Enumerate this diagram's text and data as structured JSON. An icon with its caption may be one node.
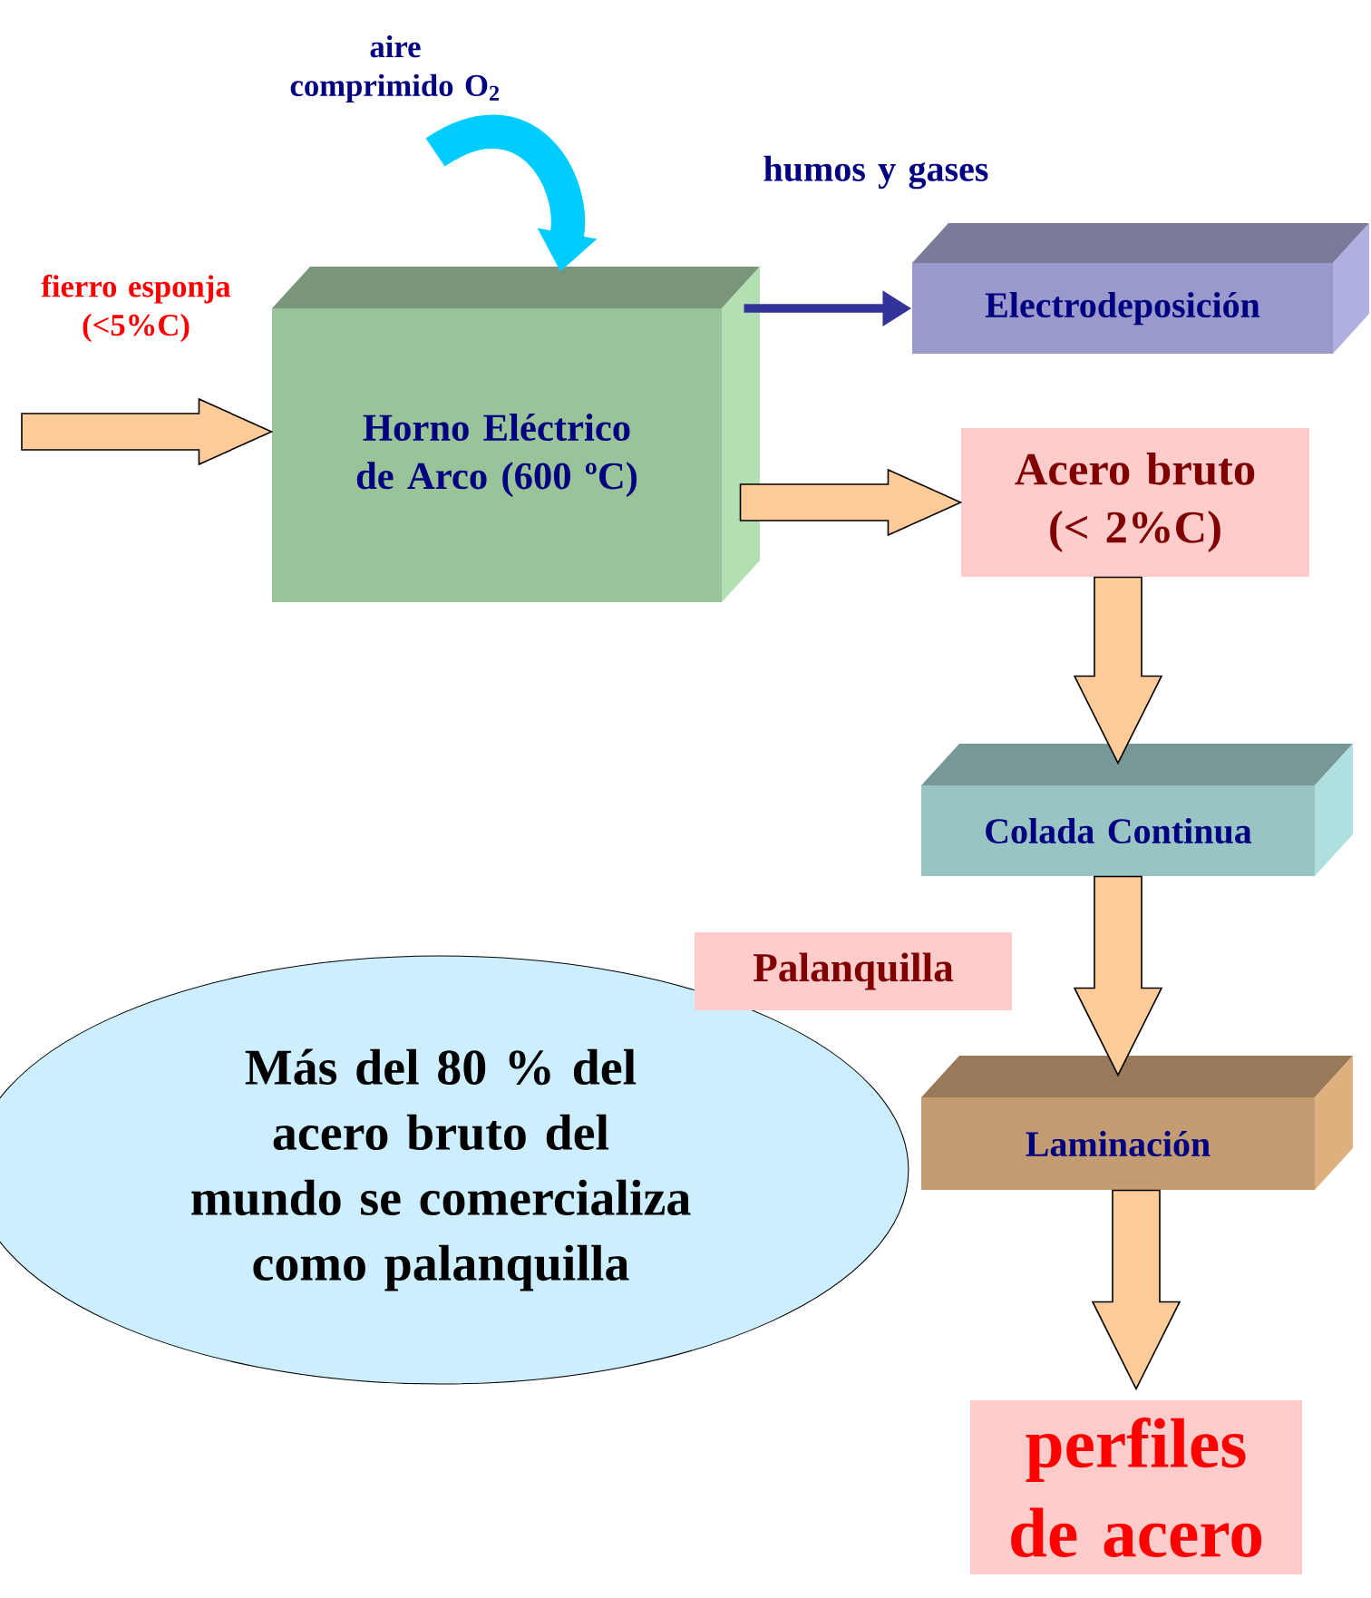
{
  "diagram": {
    "nodes": [
      {
        "text": [
          "Horno Eléctrico de Arco (600 ºC)"
        ]
      },
      {
        "text": [
          "Electrodeposición"
        ]
      },
      {
        "text": [
          "Acero bruto (< 2%C)"
        ]
      },
      {
        "text": [
          "Colada Continua"
        ]
      },
      {
        "text": [
          "Laminación"
        ]
      },
      {
        "text": [
          "perfiles de acero"
        ]
      },
      {
        "text": [
          "Más del 80 % del acero bruto del mundo se comercializa como palanquilla"
        ]
      },
      {
        "text": [
          "Palanquilla"
        ]
      }
    ],
    "edges": [
      {
        "from": null,
        "to": 0,
        "arrow": "to",
        "label": "fierro esponja (<5%C)"
      },
      {
        "from": null,
        "to": 0,
        "arrow": "to",
        "label": "aire comprimido O$_{2}$",
        "color": "#00ccff",
        "style": "thick"
      },
      {
        "from": 0,
        "to": 1,
        "arrow": "to",
        "label": "humos y gases",
        "color": "#333399"
      },
      {
        "from": 0,
        "to": 2,
        "arrow": "to"
      },
      {
        "from": 2,
        "to": 3,
        "arrow": "to"
      },
      {
        "from": 3,
        "to": 4,
        "arrow": "to"
      },
      {
        "from": 4,
        "to": 5,
        "arrow": "to"
      }
    ]
  }
}
